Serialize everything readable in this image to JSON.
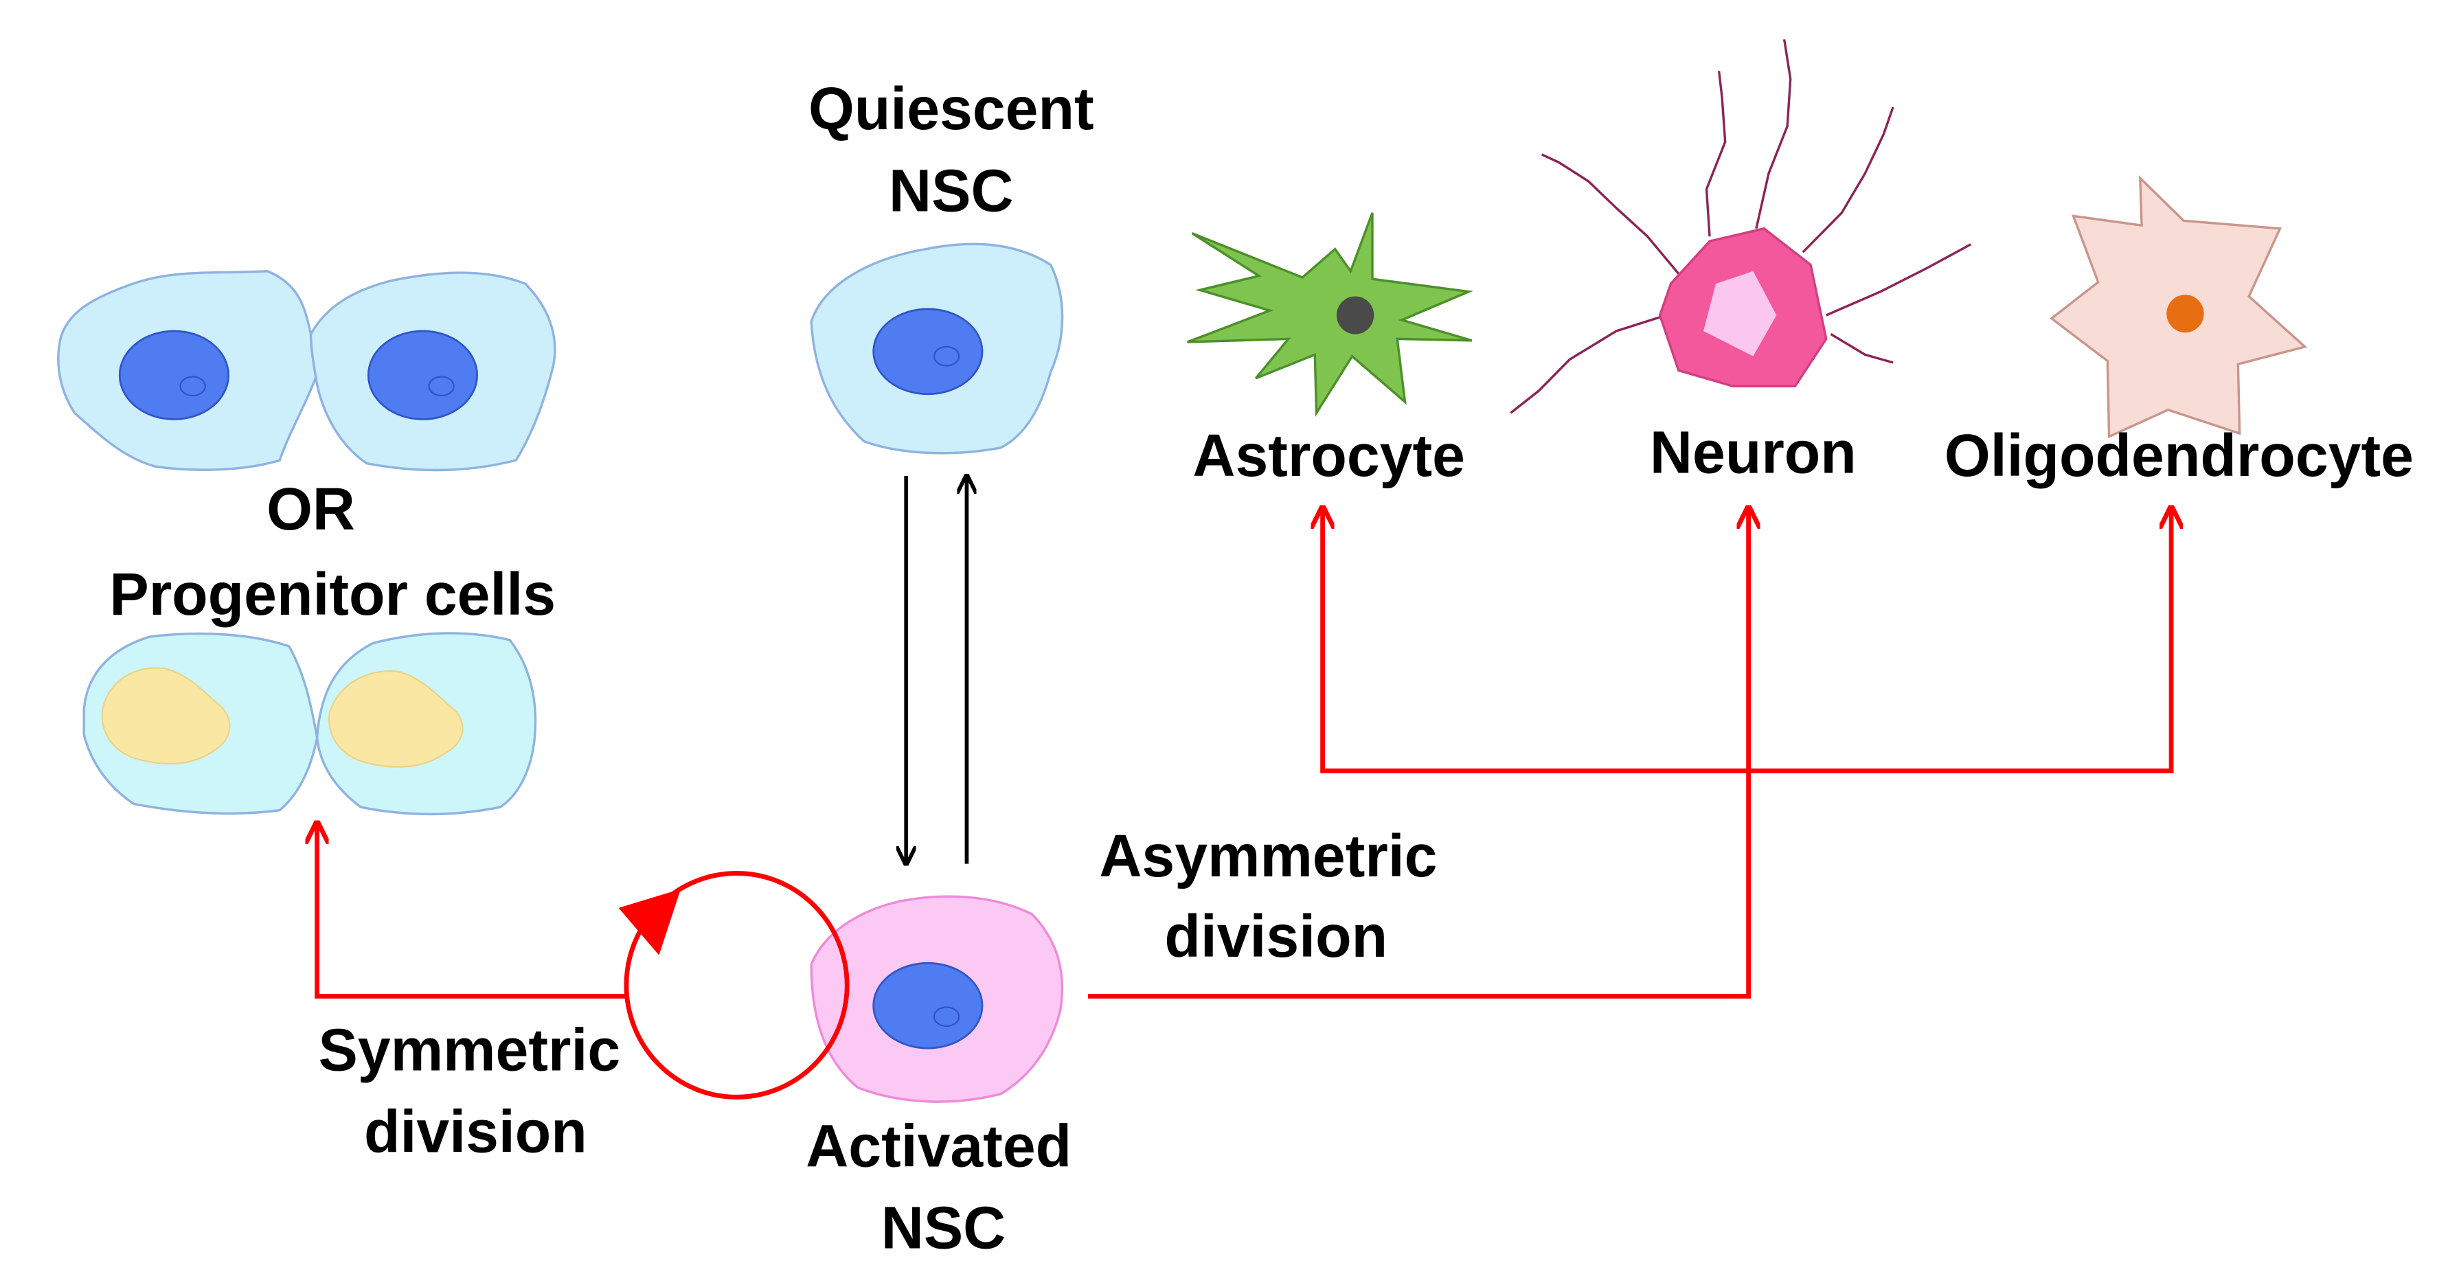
{
  "labels": {
    "quiescent_nsc_line1": "Quiescent",
    "quiescent_nsc_line2": "NSC",
    "astrocyte": "Astrocyte",
    "neuron": "Neuron",
    "oligodendrocyte": "Oligodendrocyte",
    "or_text": "OR",
    "progenitor_cells": "Progenitor cells",
    "asymmetric_line1": "Asymmetric",
    "asymmetric_line2": "division",
    "symmetric_line1": "Symmetric",
    "symmetric_line2": "division",
    "activated_nsc_line1": "Activated",
    "activated_nsc_line2": "NSC"
  },
  "colors": {
    "stem_cell_fill": "#cdeefb",
    "stem_cell_stroke": "#8fb3e0",
    "nucleus_fill": "#4f7cf0",
    "nucleus_stroke": "#2f55c8",
    "progenitor_fill": "#cdf6fb",
    "progenitor_nucleus": "#fbe7a4",
    "activated_fill": "#fcc9f5",
    "activated_stroke": "#f08ad8",
    "astrocyte_fill": "#7ec44e",
    "astrocyte_nucleus": "#4a4a4a",
    "neuron_fill": "#f2589b",
    "neuron_inner": "#fbc6f0",
    "neuron_dendrite": "#8c2456",
    "oligo_fill": "#f8dcd6",
    "oligo_stroke": "#c9968c",
    "oligo_nucleus": "#e86e12",
    "arrow_red": "#ff0000",
    "arrow_black": "#000000"
  }
}
